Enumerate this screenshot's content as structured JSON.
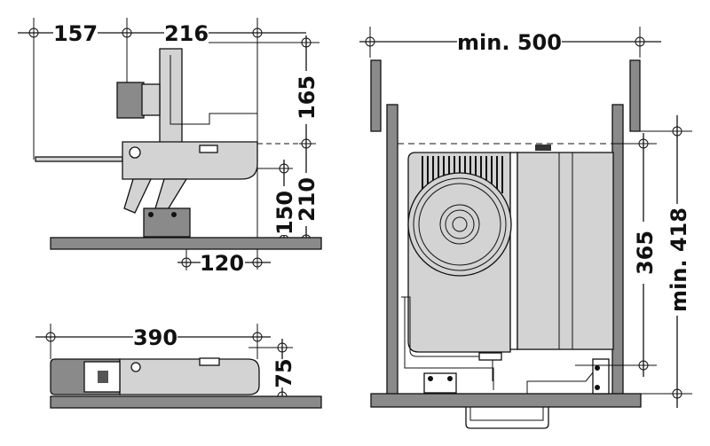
{
  "side_view": {
    "dim_157": "157",
    "dim_216": "216",
    "dim_165": "165",
    "dim_210": "210",
    "dim_150": "150",
    "dim_120": "120"
  },
  "plan_view": {
    "dim_390": "390",
    "dim_75": "75"
  },
  "front_view": {
    "dim_min_500": "min. 500",
    "dim_365": "365",
    "dim_min_418": "min. 418"
  },
  "colors": {
    "surface_gray": "#8a8a8a",
    "body_gray": "#d3d3d3",
    "line": "#111111"
  }
}
